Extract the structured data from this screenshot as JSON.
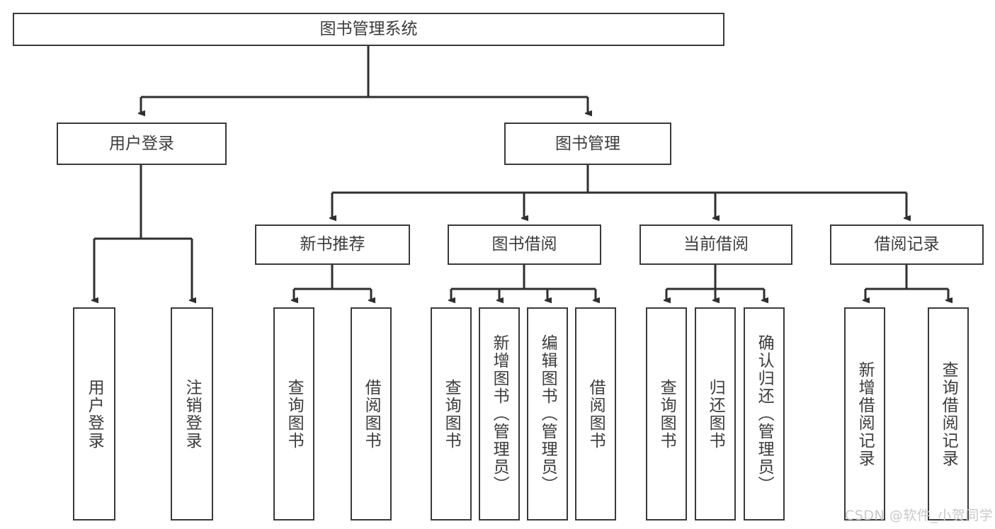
{
  "diagram": {
    "type": "tree-hierarchy",
    "title": "图书管理系统",
    "root": {
      "id": "root",
      "label": "图书管理系统"
    },
    "level1": [
      {
        "id": "user-login",
        "label": "用户登录"
      },
      {
        "id": "book-management",
        "label": "图书管理"
      }
    ],
    "level2": [
      {
        "id": "new-book-recommend",
        "label": "新书推荐",
        "parent": "book-management"
      },
      {
        "id": "book-borrow",
        "label": "图书借阅",
        "parent": "book-management"
      },
      {
        "id": "current-borrow",
        "label": "当前借阅",
        "parent": "book-management"
      },
      {
        "id": "borrow-record",
        "label": "借阅记录",
        "parent": "book-management"
      }
    ],
    "leaves": [
      {
        "id": "leaf-user-login",
        "label": "用户登录",
        "parent": "user-login"
      },
      {
        "id": "leaf-logout-login",
        "label": "注销登录",
        "parent": "user-login"
      },
      {
        "id": "leaf-query-book-1",
        "label": "查询图书",
        "parent": "new-book-recommend"
      },
      {
        "id": "leaf-borrow-book-1",
        "label": "借阅图书",
        "parent": "new-book-recommend"
      },
      {
        "id": "leaf-query-book-2",
        "label": "查询图书",
        "parent": "book-borrow"
      },
      {
        "id": "leaf-add-book",
        "label": "新增图书（管理员）",
        "parent": "book-borrow"
      },
      {
        "id": "leaf-edit-book",
        "label": "编辑图书（管理员）",
        "parent": "book-borrow"
      },
      {
        "id": "leaf-borrow-book-2",
        "label": "借阅图书",
        "parent": "book-borrow"
      },
      {
        "id": "leaf-query-book-3",
        "label": "查询图书",
        "parent": "current-borrow"
      },
      {
        "id": "leaf-return-book",
        "label": "归还图书",
        "parent": "current-borrow"
      },
      {
        "id": "leaf-confirm-return",
        "label": "确认归还（管理员）",
        "parent": "current-borrow"
      },
      {
        "id": "leaf-add-record",
        "label": "新增借阅记录",
        "parent": "borrow-record"
      },
      {
        "id": "leaf-query-record",
        "label": "查询借阅记录",
        "parent": "borrow-record"
      }
    ]
  },
  "watermark": {
    "text": "CSDN @软件_小贺同学"
  },
  "colors": {
    "border": "#3a3a3a",
    "text": "#3c3c3c",
    "background": "#ffffff",
    "connector": "#2f2f2f",
    "watermark": "#c9c9c9"
  }
}
